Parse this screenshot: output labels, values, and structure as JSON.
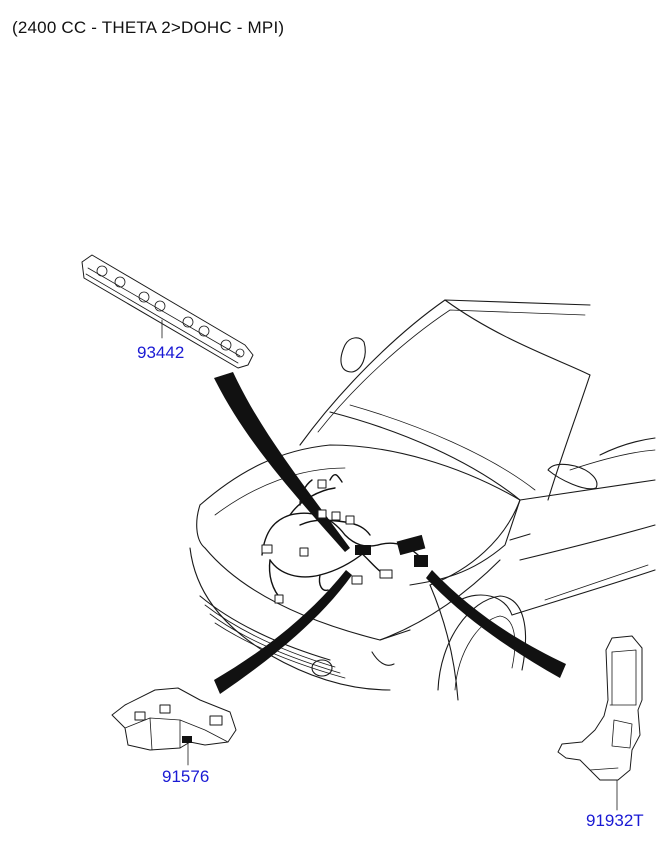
{
  "header": {
    "title": "(2400 CC - THETA 2>DOHC - MPI)"
  },
  "parts": [
    {
      "id": "p1",
      "number": "93442"
    },
    {
      "id": "p2",
      "number": "91576"
    },
    {
      "id": "p3",
      "number": "91932T"
    }
  ],
  "colors": {
    "callout": "#1a1ad4",
    "line": "#1a1a1a",
    "background": "#ffffff"
  }
}
